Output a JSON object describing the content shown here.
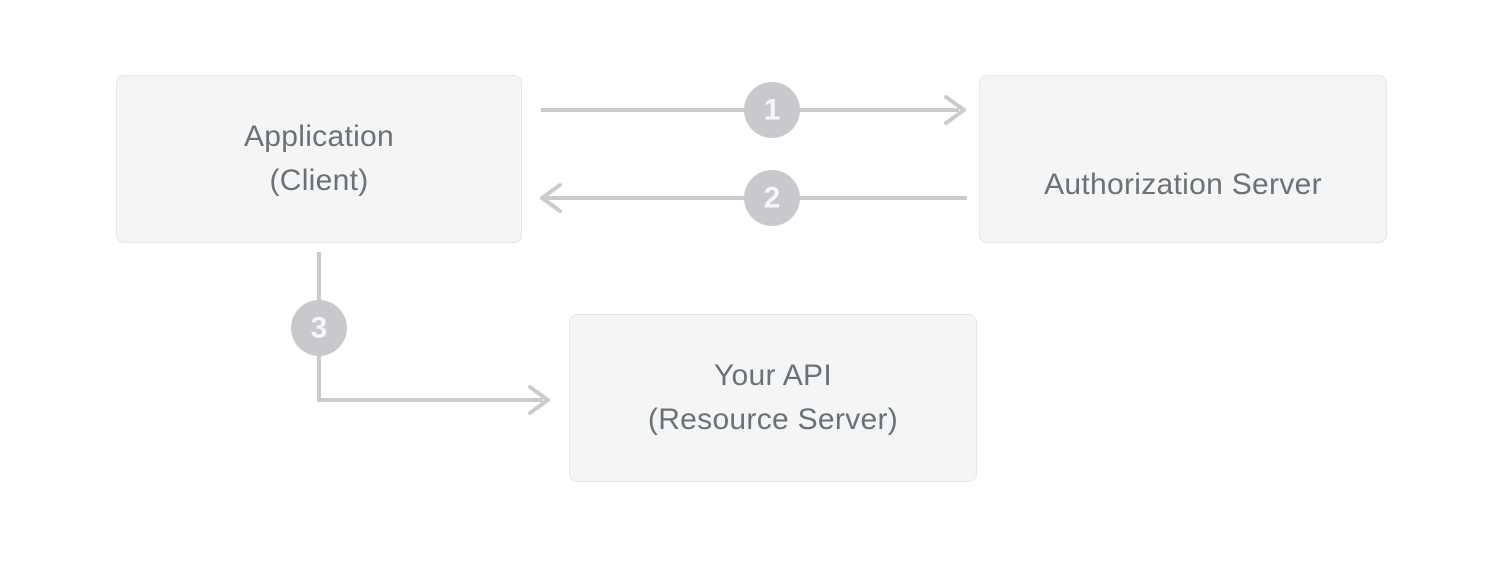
{
  "diagram": {
    "nodes": [
      {
        "id": "application-client",
        "line1": "Application",
        "line2": "(Client)"
      },
      {
        "id": "authorization-server",
        "line1": "Authorization Server"
      },
      {
        "id": "your-api-resource-server",
        "line1": "Your API",
        "line2": "(Resource Server)"
      }
    ],
    "steps": [
      {
        "number": "1"
      },
      {
        "number": "2"
      },
      {
        "number": "3"
      }
    ],
    "colors": {
      "page_background": "#ffffff",
      "node_background": "#f4f5f6",
      "node_border": "#e4e6e9",
      "node_text": "#6e7173",
      "connector": "#c9cbce",
      "step_circle": "#c7c9cc",
      "step_number": "#f4f6f7"
    }
  }
}
